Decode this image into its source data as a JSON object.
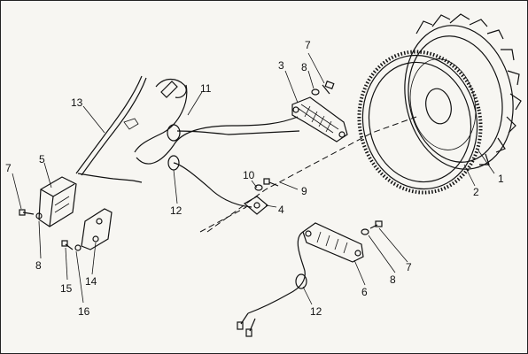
{
  "diagram": {
    "callouts": [
      {
        "id": "c1",
        "text": "1"
      },
      {
        "id": "c2",
        "text": "2"
      },
      {
        "id": "c3",
        "text": "3"
      },
      {
        "id": "c4",
        "text": "4"
      },
      {
        "id": "c5",
        "text": "5"
      },
      {
        "id": "c6",
        "text": "6"
      },
      {
        "id": "c7a",
        "text": "7"
      },
      {
        "id": "c7b",
        "text": "7"
      },
      {
        "id": "c7c",
        "text": "7"
      },
      {
        "id": "c8a",
        "text": "8"
      },
      {
        "id": "c8b",
        "text": "8"
      },
      {
        "id": "c8c",
        "text": "8"
      },
      {
        "id": "c9",
        "text": "9"
      },
      {
        "id": "c10",
        "text": "10"
      },
      {
        "id": "c11",
        "text": "11"
      },
      {
        "id": "c12a",
        "text": "12"
      },
      {
        "id": "c12b",
        "text": "12"
      },
      {
        "id": "c13",
        "text": "13"
      },
      {
        "id": "c14",
        "text": "14"
      },
      {
        "id": "c15",
        "text": "15"
      },
      {
        "id": "c16",
        "text": "16"
      }
    ]
  }
}
